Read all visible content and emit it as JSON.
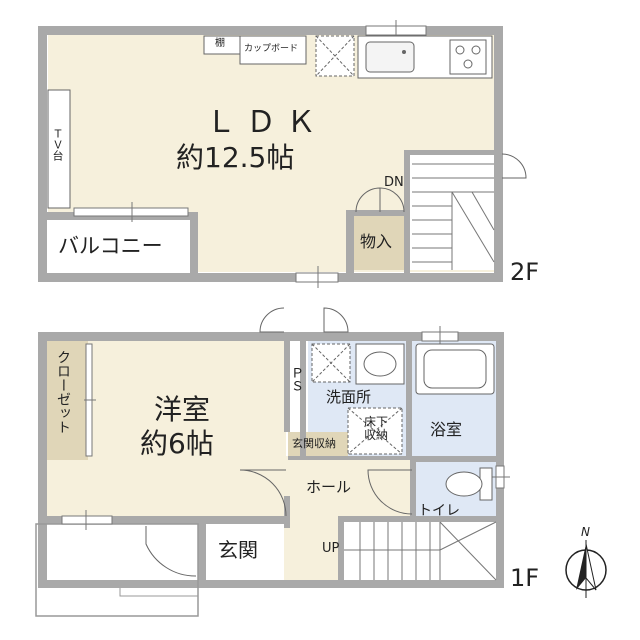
{
  "floor2": {
    "ldk_name": "ＬＤＫ",
    "ldk_size": "約12.5帖",
    "shelf": "棚",
    "cupboard": "カップボード",
    "tv_stand": "ＴＶ台",
    "balcony": "バルコニー",
    "storage": "物入",
    "stairs_down": "DN",
    "floor_label": "2F"
  },
  "floor1": {
    "western_room_name": "洋室",
    "western_room_size": "約6帖",
    "closet": "クローゼット",
    "ps": "ＰＳ",
    "washroom": "洗面所",
    "underfloor_storage": "床下\n収納",
    "bathroom": "浴室",
    "entrance_storage": "玄関収納",
    "hall": "ホール",
    "toilet": "トイレ",
    "entrance": "玄関",
    "stairs_up": "UP",
    "floor_label": "1F"
  },
  "compass": {
    "north": "N"
  },
  "colors": {
    "wall": "#a9a9a9",
    "ldk_floor": "#f6f0dc",
    "wet_area_floor": "#dfe8f5",
    "storage_floor": "#e0d6b8",
    "floor_white": "#ffffff"
  }
}
